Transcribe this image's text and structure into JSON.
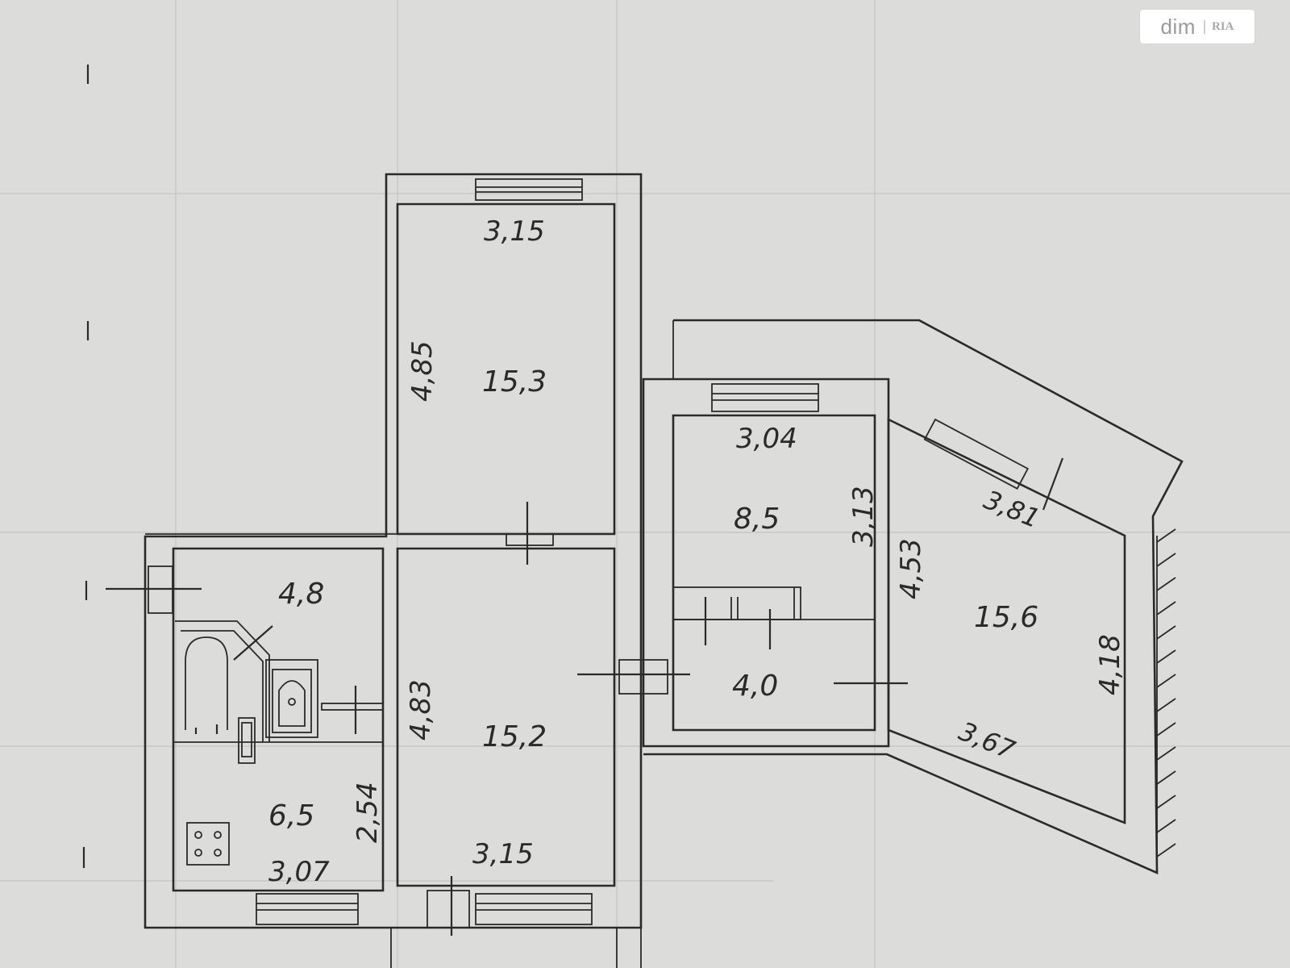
{
  "logo": {
    "brand": "dim",
    "sub": "RIA"
  },
  "rooms": [
    {
      "id": "room-top-living",
      "area": "15,3"
    },
    {
      "id": "room-bottom-living",
      "area": "15,2"
    },
    {
      "id": "hallway",
      "area": "4,8"
    },
    {
      "id": "kitchen",
      "area": "6,5"
    },
    {
      "id": "bedroom-small",
      "area": "8,5"
    },
    {
      "id": "corridor",
      "area": "4,0"
    },
    {
      "id": "room-angled",
      "area": "15,6"
    }
  ],
  "dimensions": [
    {
      "id": "top-room-width",
      "value": "3,15"
    },
    {
      "id": "top-room-height",
      "value": "4,85"
    },
    {
      "id": "bottom-room-height",
      "value": "4,83"
    },
    {
      "id": "bottom-room-width",
      "value": "3,15"
    },
    {
      "id": "kitchen-width",
      "value": "3,07"
    },
    {
      "id": "kitchen-height",
      "value": "2,54"
    },
    {
      "id": "small-room-width",
      "value": "3,04"
    },
    {
      "id": "small-room-height",
      "value": "3,13"
    },
    {
      "id": "angled-left-wall",
      "value": "4,53"
    },
    {
      "id": "angled-top-wall",
      "value": "3,81"
    },
    {
      "id": "angled-right-wall",
      "value": "4,18"
    },
    {
      "id": "angled-bottom-wall",
      "value": "3,67"
    }
  ],
  "colors": {
    "paper": "#dcdcda",
    "ink": "#2a2a2a"
  }
}
